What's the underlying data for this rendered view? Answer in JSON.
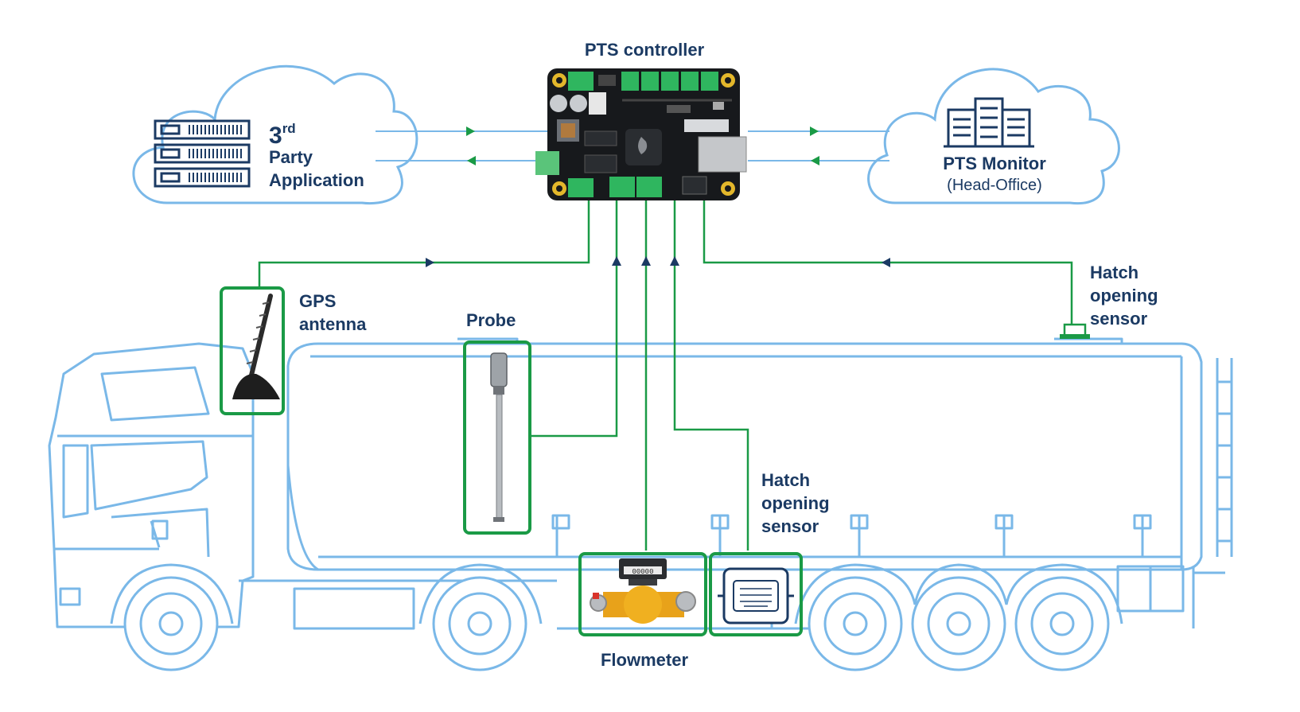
{
  "labels": {
    "controller": "PTS controller",
    "third_party_num": "3",
    "third_party_sup": "rd",
    "third_party_line1": "Party",
    "third_party_line2": "Application",
    "monitor_title": "PTS Monitor",
    "monitor_sub": "(Head-Office)",
    "gps": [
      "GPS",
      "antenna"
    ],
    "probe": "Probe",
    "hatch_top": [
      "Hatch",
      "opening",
      "sensor"
    ],
    "hatch_mid": [
      "Hatch",
      "opening",
      "sensor"
    ],
    "flowmeter": "Flowmeter",
    "flowmeter_display": "00000"
  },
  "colors": {
    "outline": "#7ab8e8",
    "connector": "#1a9a46",
    "arrow": "#1b3a63",
    "label": "#1b3a63",
    "board": "#17191c",
    "terminal": "#2fb65f"
  },
  "icons": [
    "server-rack-icon",
    "office-building-icon",
    "gps-antenna-icon",
    "probe-icon",
    "flowmeter-icon",
    "hatch-sensor-icon",
    "cloud-icon"
  ]
}
